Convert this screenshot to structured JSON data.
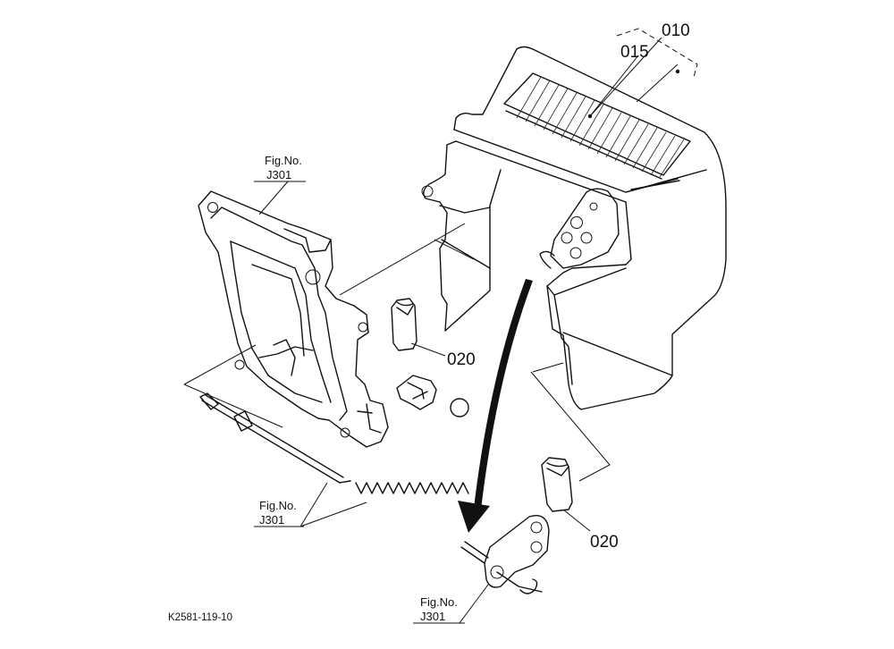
{
  "labels": {
    "part_010": "010",
    "part_015": "015",
    "part_020_upper": "020",
    "part_020_lower": "020",
    "fig_no": "Fig.No.",
    "fig_ref": "J301",
    "drawing_code": "K2581-119-10"
  }
}
